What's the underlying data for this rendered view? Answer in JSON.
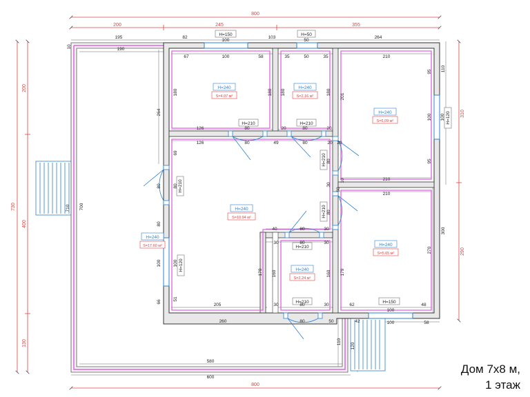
{
  "title": {
    "line1": "Дом 7х8 м,",
    "line2": "1 этаж"
  },
  "colors": {
    "wall": "#444444",
    "wall_fill": "#f2f2f2",
    "pink": "#e060e0",
    "red_dim": "#e04040",
    "blue": "#2a80d0",
    "dim": "#333333",
    "door": "#2a80d0"
  },
  "overall_dims": {
    "top_total": "800",
    "top_a": "200",
    "top_b": "245",
    "top_c": "355",
    "bottom_total": "800",
    "bottom_600": "600",
    "bottom_580": "580",
    "left_total": "730",
    "left_a": "200",
    "left_b": "400",
    "left_c": "130",
    "right_a": "310",
    "right_b": "290"
  },
  "rooms": [
    {
      "id": "terrace",
      "h": "H=240",
      "s": "S=17.60 м²"
    },
    {
      "id": "room-top-left",
      "h": "H=240",
      "s": "S=4.07 м²"
    },
    {
      "id": "room-top-mid",
      "h": "H=240",
      "s": "S=2.16 м²"
    },
    {
      "id": "room-top-right",
      "h": "H=240",
      "s": "S=6.09 м²"
    },
    {
      "id": "hall",
      "h": "H=240",
      "s": "S=10.94 м²"
    },
    {
      "id": "bath",
      "h": "H=240",
      "s": "S=2.24 м²"
    },
    {
      "id": "room-bottom-right",
      "h": "H=240",
      "s": "S=5.65 м²"
    }
  ],
  "heights": {
    "win_top1": "H=150",
    "win_top2": "H=50",
    "win_bottom": "H=150",
    "win_right": "H=120",
    "win_left": "H=120",
    "door1": "H=210",
    "door2": "H=210",
    "door3": "H=210",
    "door4": "H=210",
    "door5": "H=210",
    "door6": "H=210",
    "door7": "H=210"
  },
  "dims": [
    {
      "id": "d195",
      "t": "195"
    },
    {
      "id": "d82",
      "t": "82"
    },
    {
      "id": "d100a",
      "t": "100"
    },
    {
      "id": "d103",
      "t": "103"
    },
    {
      "id": "d50a",
      "t": "50"
    },
    {
      "id": "d264a",
      "t": "264"
    },
    {
      "id": "d10",
      "t": "10"
    },
    {
      "id": "d190",
      "t": "190"
    },
    {
      "id": "d67",
      "t": "67"
    },
    {
      "id": "d100b",
      "t": "100"
    },
    {
      "id": "d58a",
      "t": "58"
    },
    {
      "id": "d35a",
      "t": "35"
    },
    {
      "id": "d50b",
      "t": "50"
    },
    {
      "id": "d35b",
      "t": "35"
    },
    {
      "id": "d210a",
      "t": "210"
    },
    {
      "id": "d95a",
      "t": "95"
    },
    {
      "id": "d110a",
      "t": "110"
    },
    {
      "id": "d180a",
      "t": "180"
    },
    {
      "id": "d180b",
      "t": "180"
    },
    {
      "id": "d180c",
      "t": "180"
    },
    {
      "id": "d180d",
      "t": "180"
    },
    {
      "id": "d201",
      "t": "201"
    },
    {
      "id": "d264b",
      "t": "264"
    },
    {
      "id": "d100c",
      "t": "100"
    },
    {
      "id": "d100d",
      "t": "100"
    },
    {
      "id": "d126a",
      "t": "126"
    },
    {
      "id": "d80a",
      "t": "80"
    },
    {
      "id": "d20a",
      "t": "20"
    },
    {
      "id": "d80b",
      "t": "80"
    },
    {
      "id": "d20b",
      "t": "20"
    },
    {
      "id": "d126b",
      "t": "126"
    },
    {
      "id": "d80c",
      "t": "80"
    },
    {
      "id": "d49",
      "t": "49"
    },
    {
      "id": "d80d",
      "t": "80"
    },
    {
      "id": "d20c",
      "t": "20"
    },
    {
      "id": "d20d",
      "t": "20"
    },
    {
      "id": "d95b",
      "t": "95"
    },
    {
      "id": "d69",
      "t": "69"
    },
    {
      "id": "d80e",
      "t": "80"
    },
    {
      "id": "d80f",
      "t": "80"
    },
    {
      "id": "d30a",
      "t": "30"
    },
    {
      "id": "d10b",
      "t": "10"
    },
    {
      "id": "d50c",
      "t": "50"
    },
    {
      "id": "d210b",
      "t": "210"
    },
    {
      "id": "d210c",
      "t": "210"
    },
    {
      "id": "d80g",
      "t": "80"
    },
    {
      "id": "d80h",
      "t": "80"
    },
    {
      "id": "d40",
      "t": "40"
    },
    {
      "id": "d80i",
      "t": "80"
    },
    {
      "id": "d30b",
      "t": "30"
    },
    {
      "id": "d30c",
      "t": "30"
    },
    {
      "id": "d80j",
      "t": "80"
    },
    {
      "id": "d30d",
      "t": "30"
    },
    {
      "id": "d300",
      "t": "300"
    },
    {
      "id": "d270",
      "t": "270"
    },
    {
      "id": "d170",
      "t": "170"
    },
    {
      "id": "d160a",
      "t": "160"
    },
    {
      "id": "d160b",
      "t": "160"
    },
    {
      "id": "d179",
      "t": "179"
    },
    {
      "id": "d100e",
      "t": "100"
    },
    {
      "id": "d100f",
      "t": "100"
    },
    {
      "id": "d80k",
      "t": "80"
    },
    {
      "id": "d66",
      "t": "66"
    },
    {
      "id": "d51",
      "t": "51"
    },
    {
      "id": "d205",
      "t": "205"
    },
    {
      "id": "d30e",
      "t": "30"
    },
    {
      "id": "d80l",
      "t": "80"
    },
    {
      "id": "d30f",
      "t": "30"
    },
    {
      "id": "d62",
      "t": "62"
    },
    {
      "id": "d100g",
      "t": "100"
    },
    {
      "id": "d48",
      "t": "48"
    },
    {
      "id": "d260",
      "t": "260"
    },
    {
      "id": "d80m",
      "t": "80"
    },
    {
      "id": "d50d",
      "t": "50"
    },
    {
      "id": "d42",
      "t": "42"
    },
    {
      "id": "d100h",
      "t": "100"
    },
    {
      "id": "d58b",
      "t": "58"
    },
    {
      "id": "d110b",
      "t": "110"
    },
    {
      "id": "d120",
      "t": "120"
    },
    {
      "id": "d700",
      "t": "700"
    },
    {
      "id": "d710",
      "t": "710"
    }
  ]
}
